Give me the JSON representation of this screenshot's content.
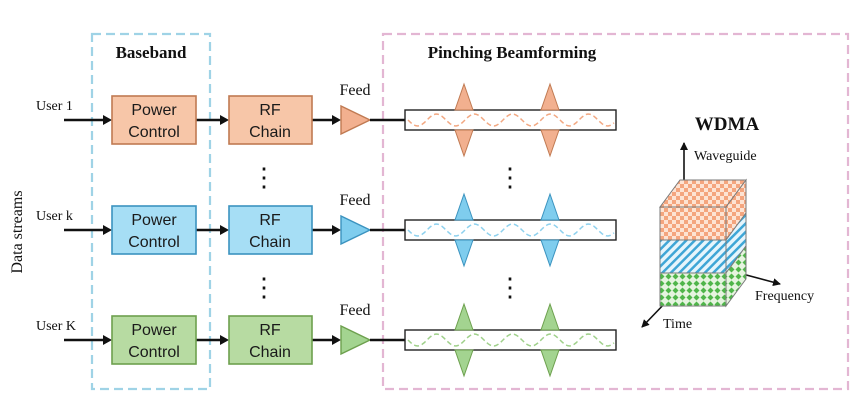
{
  "regions": {
    "baseband": {
      "title": "Baseband",
      "color": "#2e75b6",
      "border": "#9fd3e6"
    },
    "pinching": {
      "title": "Pinching Beamforming",
      "color": "#7b2d6e",
      "border": "#e3b6d3"
    }
  },
  "side_label": "Data streams",
  "feed_label": "Feed",
  "dots": "⋮",
  "rows": [
    {
      "user": "User 1",
      "power": [
        "Power",
        "Control"
      ],
      "rf": [
        "RF",
        "Chain"
      ],
      "fill": "#f7c6a8",
      "stroke": "#c07a52",
      "wave": "#f2a882",
      "pin": "#f2b08f"
    },
    {
      "user": "User k",
      "power": [
        "Power",
        "Control"
      ],
      "rf": [
        "RF",
        "Chain"
      ],
      "fill": "#a6def5",
      "stroke": "#3b93bf",
      "wave": "#8ed1ee",
      "pin": "#7fcdee"
    },
    {
      "user": "User K",
      "power": [
        "Power",
        "Control"
      ],
      "rf": [
        "RF",
        "Chain"
      ],
      "fill": "#b7dba2",
      "stroke": "#6da04e",
      "wave": "#9fd08a",
      "pin": "#a3d490"
    }
  ],
  "wdma": {
    "title": "WDMA",
    "title_color": "#3a9a3a",
    "axes": {
      "up": "Waveguide",
      "right": "Frequency",
      "down": "Time"
    },
    "layers": [
      {
        "name": "top",
        "color": "#f4a57e"
      },
      {
        "name": "middle",
        "color": "#3fa6d6"
      },
      {
        "name": "bottom",
        "color": "#4fb54a"
      }
    ]
  }
}
